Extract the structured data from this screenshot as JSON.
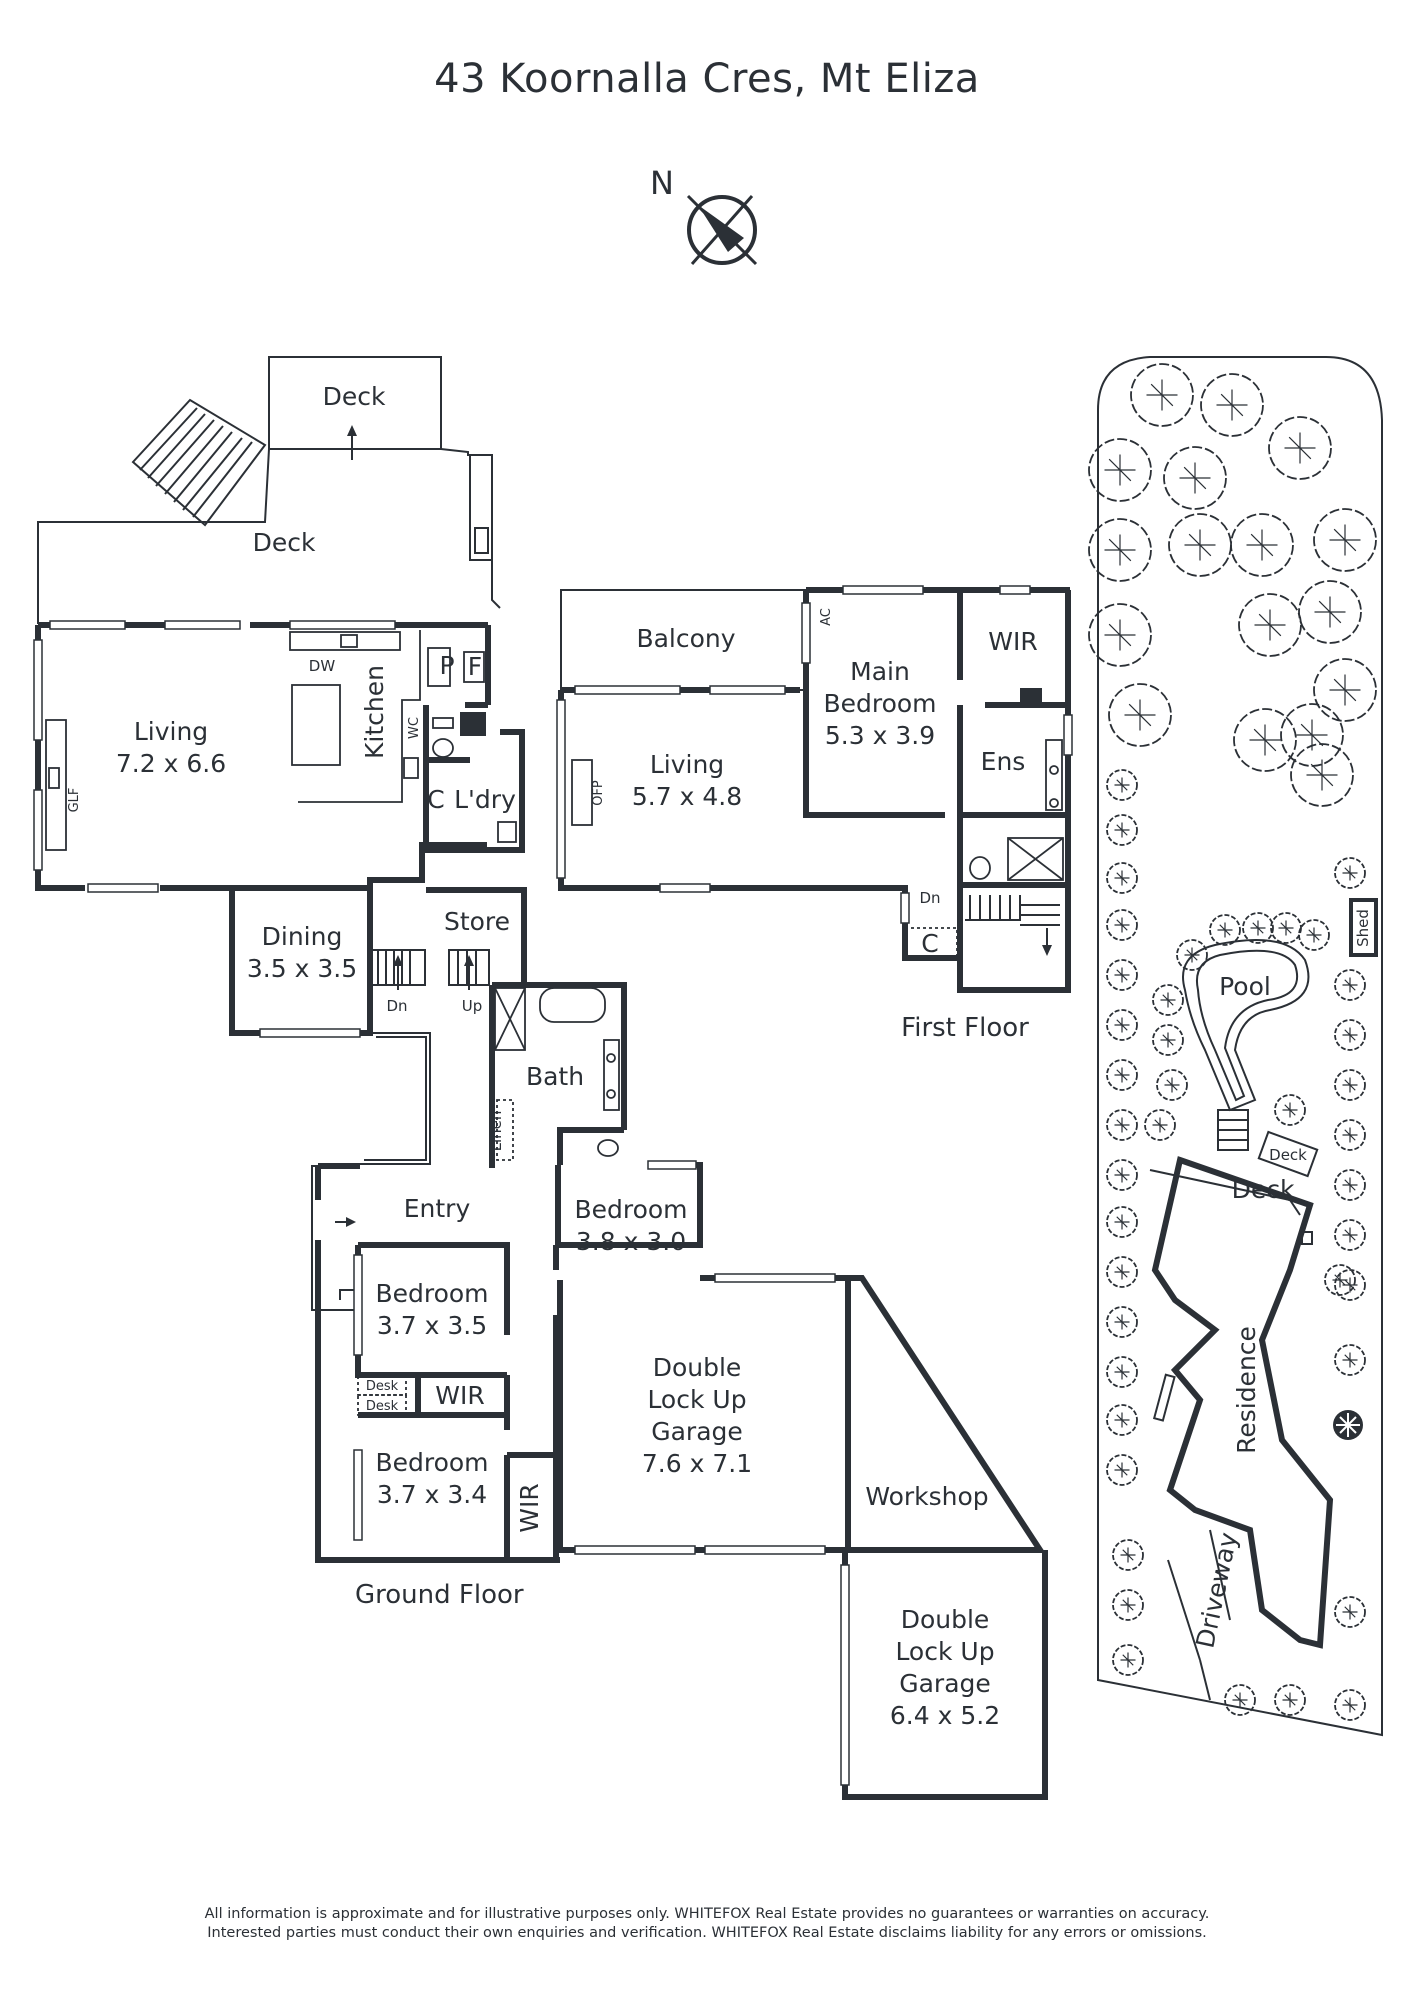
{
  "title": "43 Koornalla Cres, Mt Eliza",
  "compass": {
    "label": "N"
  },
  "ground_floor": {
    "label": "Ground Floor",
    "deck_top": "Deck",
    "deck_main": "Deck",
    "living": {
      "name": "Living",
      "size": "7.2 x 6.6"
    },
    "kitchen": "Kitchen",
    "dw": "DW",
    "glf": "GLF",
    "pantry": "P",
    "fridge": "F",
    "wc": "WC",
    "laundry": "L'dry",
    "cupboard": "C",
    "dining": {
      "name": "Dining",
      "size": "3.5 x 3.5"
    },
    "stairs_dn": "Dn",
    "stairs_up": "Up",
    "store": "Store",
    "bath": "Bath",
    "linen": "Linen",
    "entry": "Entry",
    "bedroom_a": {
      "name": "Bedroom",
      "size": "3.8 x 3.0"
    },
    "bedroom_b": {
      "name": "Bedroom",
      "size": "3.7 x 3.5"
    },
    "desk_1": "Desk",
    "desk_2": "Desk",
    "wir_b": "WIR",
    "bedroom_c": {
      "name": "Bedroom",
      "size": "3.7 x 3.4"
    },
    "wir_c": "WIR",
    "garage_1": {
      "line1": "Double",
      "line2": "Lock Up",
      "line3": "Garage",
      "size": "7.6 x 7.1"
    },
    "workshop": "Workshop",
    "garage_2": {
      "line1": "Double",
      "line2": "Lock Up",
      "line3": "Garage",
      "size": "6.4 x 5.2"
    }
  },
  "first_floor": {
    "label": "First Floor",
    "balcony": "Balcony",
    "ac": "AC",
    "living": {
      "name": "Living",
      "size": "5.7 x 4.8"
    },
    "ofp": "OFP",
    "main_bedroom": {
      "line1": "Main",
      "line2": "Bedroom",
      "size": "5.3 x 3.9"
    },
    "wir": "WIR",
    "ensuite": "Ens",
    "stairs_dn": "Dn",
    "cupboard": "C"
  },
  "site": {
    "pool": "Pool",
    "shed": "Shed",
    "deck_small": "Deck",
    "deck": "Deck",
    "residence": "Residence",
    "driveway": "Driveway"
  },
  "disclaimer": {
    "line1": "All information is approximate and for illustrative purposes only. WHITEFOX Real Estate provides no guarantees or warranties on accuracy.",
    "line2": "Interested parties must conduct their own enquiries and verification. WHITEFOX Real Estate disclaims liability for any errors or omissions."
  }
}
